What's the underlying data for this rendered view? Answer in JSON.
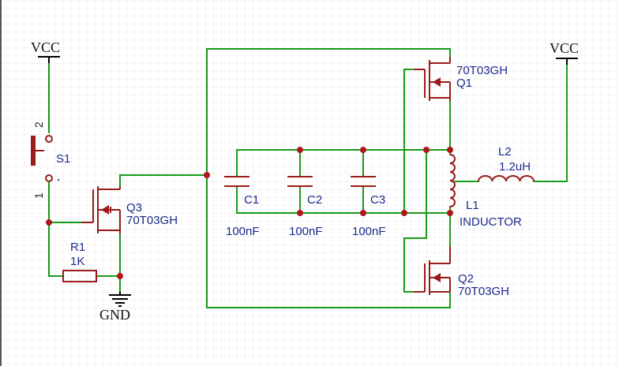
{
  "power": {
    "vcc_left": "VCC",
    "vcc_right": "VCC",
    "gnd": "GND"
  },
  "switch": {
    "ref": "S1",
    "pin_top": "2",
    "pin_bottom": "1"
  },
  "resistor": {
    "ref": "R1",
    "value": "1K"
  },
  "q3": {
    "ref": "Q3",
    "part": "70T03GH"
  },
  "q1": {
    "ref": "Q1",
    "part": "70T03GH"
  },
  "q2": {
    "ref": "Q2",
    "part": "70T03GH"
  },
  "caps": [
    {
      "ref": "C1",
      "value": "100nF"
    },
    {
      "ref": "C2",
      "value": "100nF"
    },
    {
      "ref": "C3",
      "value": "100nF"
    }
  ],
  "l1": {
    "ref": "L1",
    "value": "INDUCTOR"
  },
  "l2": {
    "ref": "L2",
    "value": "1.2uH"
  },
  "colors": {
    "wire": "#1a9a1a",
    "component": "#9b1a1a",
    "label": "#1c2a8c",
    "junction": "#b0161c",
    "grid": "#e4e4e4"
  }
}
